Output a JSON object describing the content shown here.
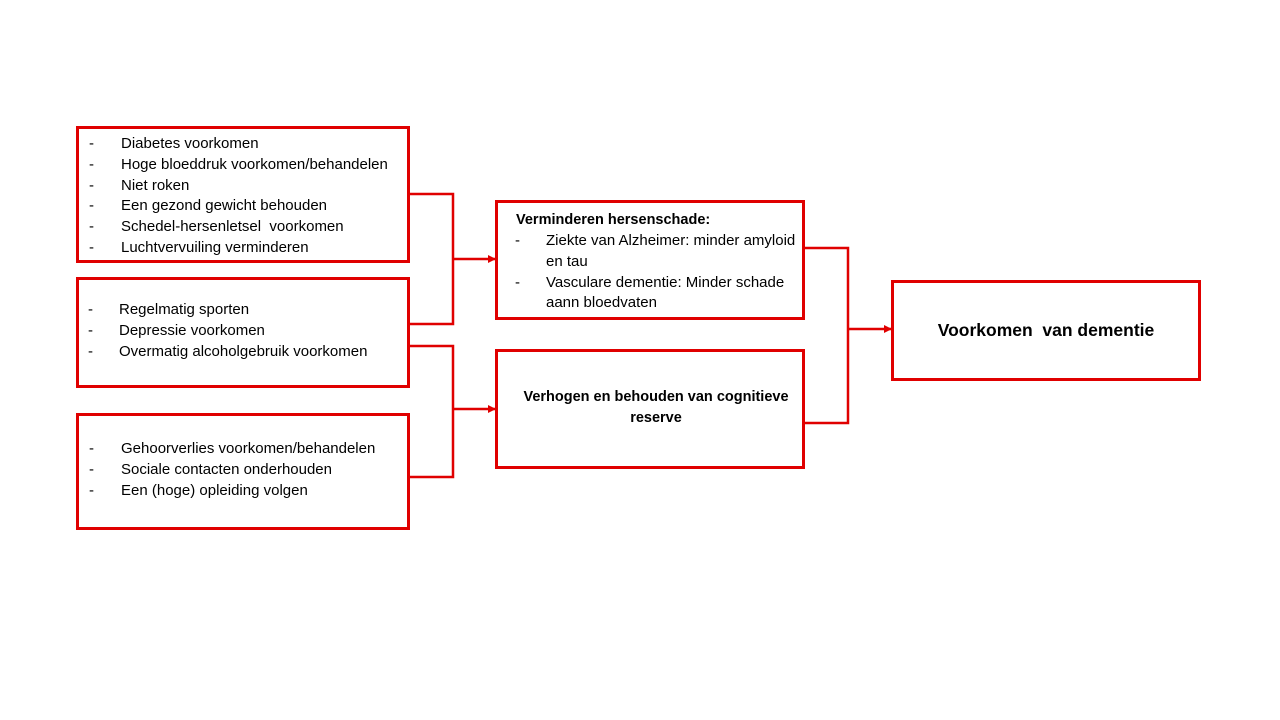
{
  "colors": {
    "border": "#e00000",
    "connector": "#e00000",
    "text": "#000000",
    "background": "#ffffff"
  },
  "list_marker": "-",
  "risk_groups": [
    {
      "items": [
        "Diabetes voorkomen",
        "Hoge bloeddruk voorkomen/behandelen",
        "Niet roken",
        "Een gezond gewicht behouden",
        "Schedel-hersenletsel  voorkomen",
        "Luchtvervuiling verminderen"
      ]
    },
    {
      "items": [
        "Regelmatig sporten",
        "Depressie voorkomen",
        "Overmatig alcoholgebruik voorkomen"
      ]
    },
    {
      "items": [
        "Gehoorverlies voorkomen/behandelen",
        "Sociale contacten onderhouden",
        "Een (hoge) opleiding volgen"
      ]
    }
  ],
  "brain_damage": {
    "heading": "Verminderen hersenschade:",
    "items": [
      "Ziekte van Alzheimer: minder amyloid en tau",
      "Vasculare dementie: Minder schade aann bloedvaten"
    ]
  },
  "cognitive_reserve": {
    "label": "Verhogen en behouden van cognitieve reserve"
  },
  "outcome": {
    "label": "Voorkomen  van dementie"
  }
}
